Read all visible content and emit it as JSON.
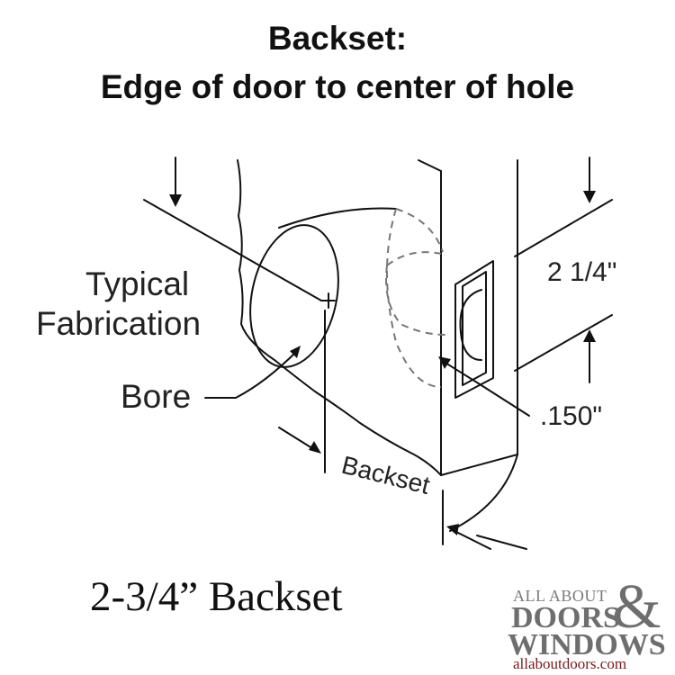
{
  "title": {
    "line1": "Backset:",
    "line2": "Edge of door to center of hole"
  },
  "labels": {
    "typical": "Typical",
    "fabrication": "Fabrication",
    "bore": "Bore",
    "backset_diagram": "Backset",
    "height": "2 1/4\"",
    "offset": ".150\""
  },
  "caption": "2-3/4” Backset",
  "logo": {
    "top_line": "ALL ABOUT",
    "line1": "DOORS",
    "amp": "&",
    "line2": "WINDOWS",
    "url": "allaboutdoors.com"
  },
  "colors": {
    "line": "#111111",
    "hidden_line": "#777777",
    "logo_gray": "#6e6e6e",
    "logo_url": "#7a1a1a"
  }
}
